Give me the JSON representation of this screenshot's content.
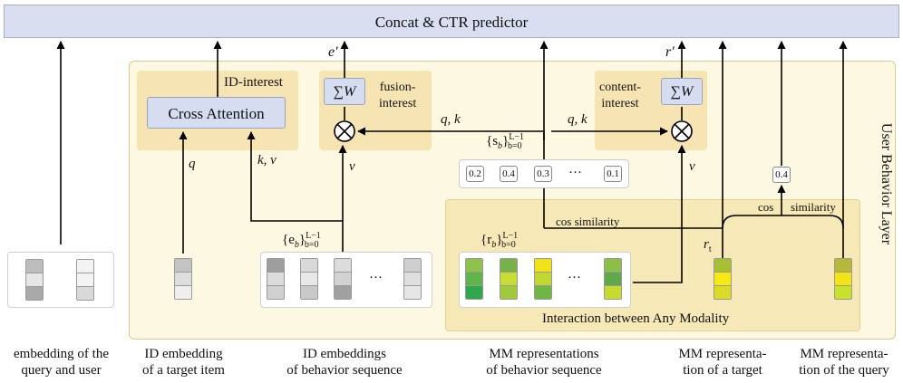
{
  "top_bar": {
    "label": "Concat & CTR predictor"
  },
  "layer": {
    "label": "User Behavior Layer"
  },
  "id_interest": {
    "title": "ID-interest",
    "block": "Cross Attention",
    "q": "q",
    "kv": "k, v"
  },
  "fusion": {
    "title": "fusion-\ninterest",
    "sum": "∑W",
    "output": "e′",
    "qk": "q, k",
    "v": "v"
  },
  "content": {
    "title": "content-\ninterest",
    "sum": "∑W",
    "output": "r′",
    "qk": "q, k",
    "v": "v"
  },
  "s_seq": {
    "label_base": "{s",
    "label_sub": "b",
    "label_close": "}",
    "label_sup": "L−1",
    "label_sub2": "b=0",
    "values": [
      "0.2",
      "0.4",
      "0.3",
      "0.1"
    ],
    "ellipsis": "···"
  },
  "e_seq": {
    "label_base": "{e",
    "label_sub": "b",
    "label_close": "}",
    "label_sup": "L−1",
    "label_sub2": "b=0",
    "ellipsis": "···"
  },
  "r_seq": {
    "label_base": "{r",
    "label_sub": "b",
    "label_close": "}",
    "label_sup": "L−1",
    "label_sub2": "b=0",
    "ellipsis": "···"
  },
  "interaction": {
    "label": "Interaction between Any Modality",
    "cos1": "cos similarity",
    "cos2_a": "cos",
    "cos2_b": "similarity",
    "score": "0.4",
    "rt": "r",
    "rt_sub": "t"
  },
  "captions": {
    "c1": "embedding of the\nquery and user",
    "c2": "ID embedding\nof a target item",
    "c3": "ID embeddings\nof behavior sequence",
    "c4": "MM representations\nof behavior sequence",
    "c5": "MM representa-\ntion of a target",
    "c6": "MM representa-\ntion of the query"
  },
  "colors": {
    "top_bar": "#d9dff0",
    "layer_bg": "#fdf8e1",
    "module_bg": "#f7e4b3",
    "block_bg": "#d7ddf0"
  }
}
